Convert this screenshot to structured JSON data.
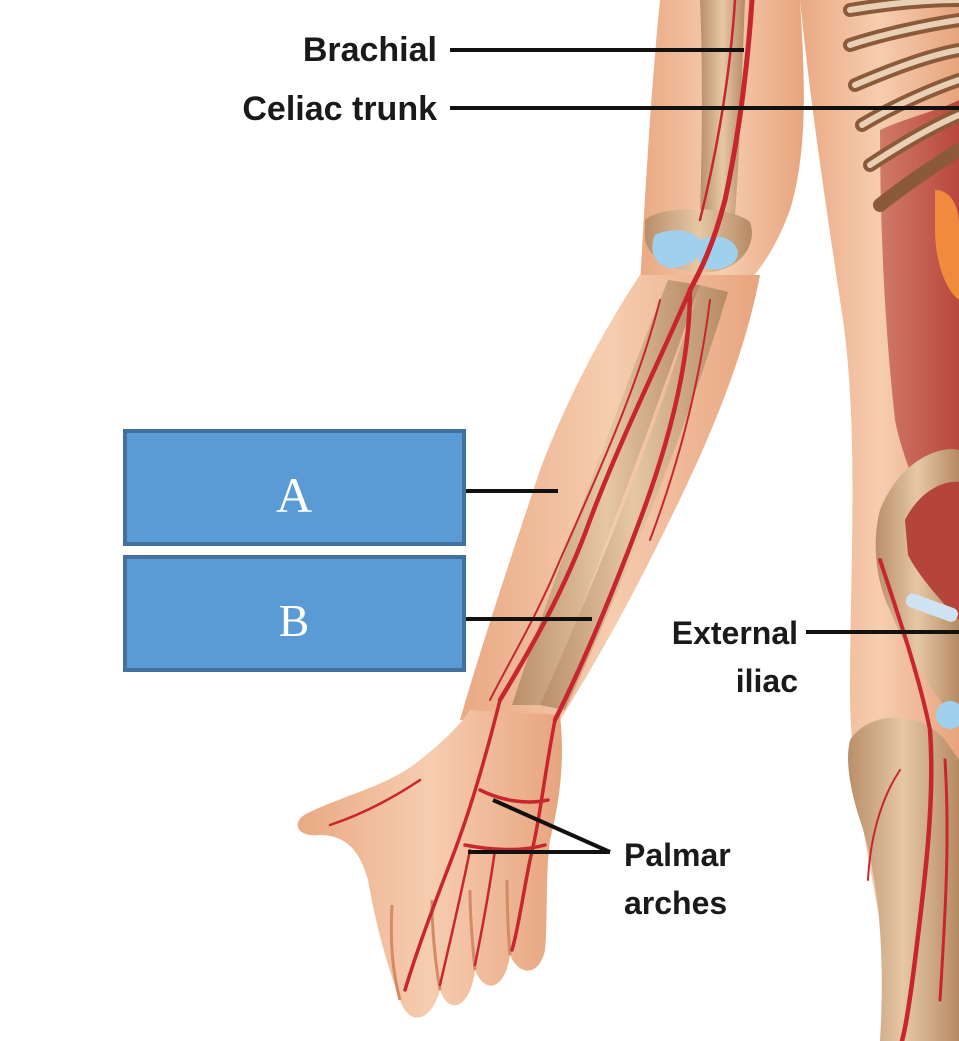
{
  "labels": {
    "brachial": "Brachial",
    "celiac_trunk": "Celiac trunk",
    "external_iliac_line1": "External",
    "external_iliac_line2": "iliac",
    "palmar_arches_line1": "Palmar",
    "palmar_arches_line2": "arches"
  },
  "answer_boxes": {
    "a": "A",
    "b": "B"
  },
  "colors": {
    "box_fill": "#5b9bd5",
    "box_border": "#41719c",
    "artery": "#c8262e",
    "skin": "#f2c09e",
    "bone": "#d9b48f",
    "cartilage": "#9fd0ee",
    "muscle": "#cf6b5e"
  }
}
